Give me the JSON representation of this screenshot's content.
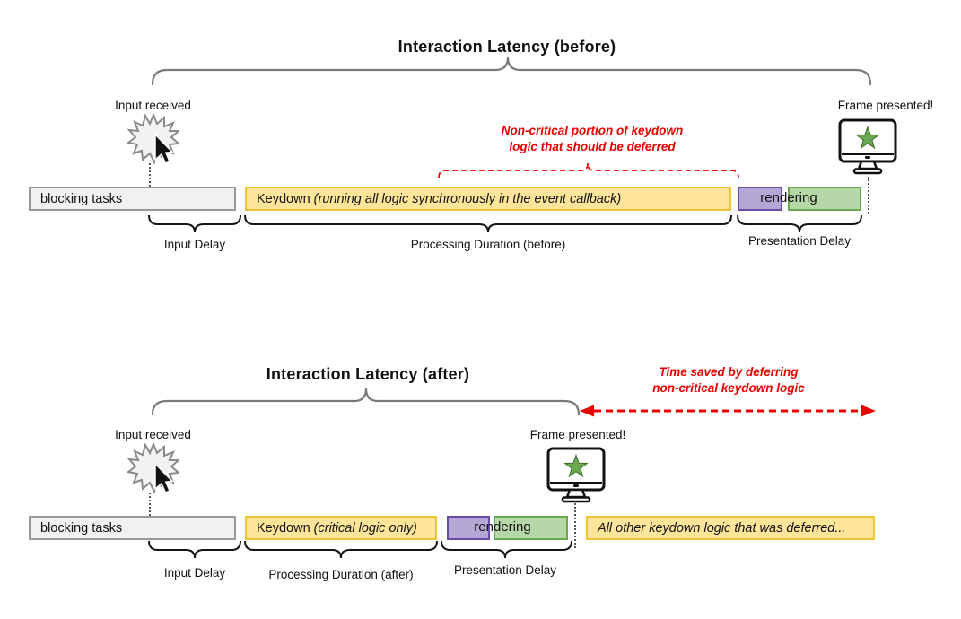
{
  "diagram_before": {
    "title": "Interaction Latency (before)",
    "input_label": "Input received",
    "frame_label": "Frame presented!",
    "annotation": {
      "line1": "Non-critical portion of keydown",
      "line2": "logic that should be deferred"
    },
    "bars": {
      "blocking": "blocking tasks",
      "keydown_main": "Keydown",
      "keydown_detail": "(running all logic synchronously in the event callback)",
      "rendering": "rendering"
    },
    "spans": {
      "input_delay": "Input Delay",
      "processing": "Processing Duration (before)",
      "presentation": "Presentation Delay"
    }
  },
  "diagram_after": {
    "title": "Interaction Latency (after)",
    "input_label": "Input received",
    "frame_label": "Frame presented!",
    "annotation": {
      "line1": "Time saved by deferring",
      "line2": "non-critical keydown logic"
    },
    "bars": {
      "blocking": "blocking tasks",
      "keydown_main": "Keydown",
      "keydown_detail": "(critical logic only)",
      "rendering": "rendering",
      "deferred": "All other keydown logic that was deferred..."
    },
    "spans": {
      "input_delay": "Input Delay",
      "processing": "Processing Duration (after)",
      "presentation": "Presentation Delay"
    }
  },
  "colors": {
    "task_yellow_fill": "#ffe599",
    "task_yellow_border": "#f1c232",
    "render_purple_fill": "#b4a7d6",
    "render_purple_border": "#674ea7",
    "paint_green_fill": "#b6d7a8",
    "paint_green_border": "#6aa84f",
    "blocking_gray_fill": "#f1f1f1",
    "blocking_gray_border": "#999999",
    "annotation_red": "#ea0000",
    "brace_gray": "#7a7a7a",
    "brace_black": "#141414"
  }
}
